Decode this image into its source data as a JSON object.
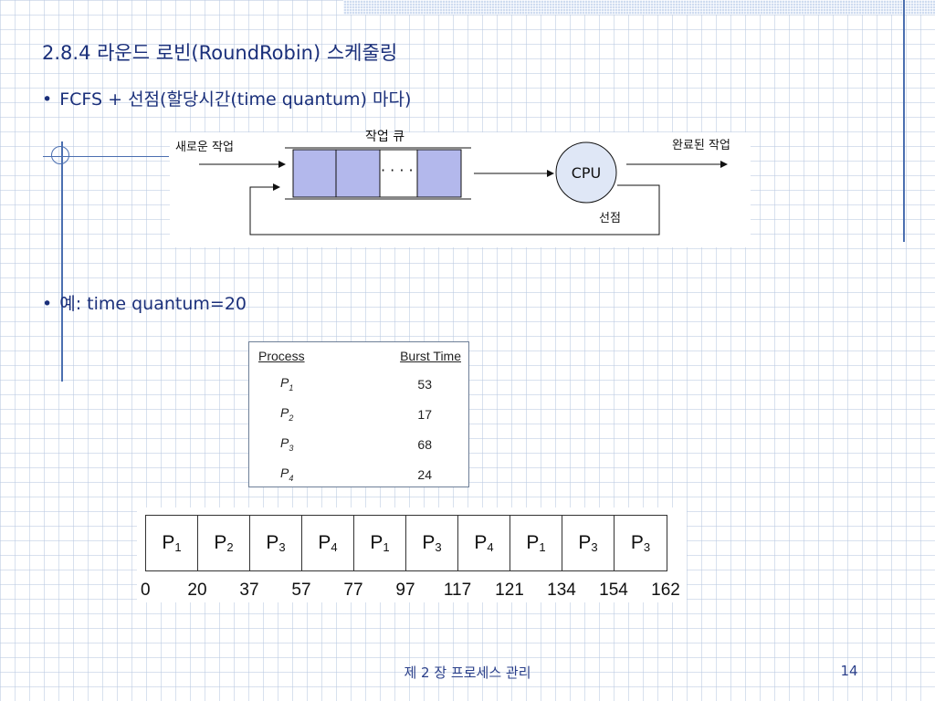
{
  "slide": {
    "title": "2.8.4 라운드 로빈(RoundRobin) 스케줄링",
    "bullets": [
      {
        "bullet": "•",
        "text": "FCFS + 선점(할당시간(time quantum) 마다)"
      },
      {
        "bullet": "•",
        "text": "예: time quantum=20"
      }
    ]
  },
  "diagram": {
    "new_job": "새로운 작업",
    "queue_label": "작업 큐",
    "dots": "· · · ·",
    "cpu": "CPU",
    "completed": "완료된 작업",
    "preempt": "선점",
    "queue_color": "#b3b8ec",
    "cpu_color": "#dfe7f6"
  },
  "process_table": {
    "headers": [
      "Process",
      "Burst Time"
    ],
    "rows": [
      {
        "name": "P",
        "sub": "1",
        "burst": "53"
      },
      {
        "name": "P",
        "sub": "2",
        "burst": "17"
      },
      {
        "name": "P",
        "sub": "3",
        "burst": "68"
      },
      {
        "name": "P",
        "sub": "4",
        "burst": "24"
      }
    ]
  },
  "gantt": {
    "cells": [
      {
        "name": "P",
        "sub": "1"
      },
      {
        "name": "P",
        "sub": "2"
      },
      {
        "name": "P",
        "sub": "3"
      },
      {
        "name": "P",
        "sub": "4"
      },
      {
        "name": "P",
        "sub": "1"
      },
      {
        "name": "P",
        "sub": "3"
      },
      {
        "name": "P",
        "sub": "4"
      },
      {
        "name": "P",
        "sub": "1"
      },
      {
        "name": "P",
        "sub": "3"
      },
      {
        "name": "P",
        "sub": "3"
      }
    ],
    "times": [
      "0",
      "20",
      "37",
      "57",
      "77",
      "97",
      "117",
      "121",
      "134",
      "154",
      "162"
    ]
  },
  "footer": {
    "chapter": "제 2 장 프로세스 관리",
    "page": "14"
  }
}
